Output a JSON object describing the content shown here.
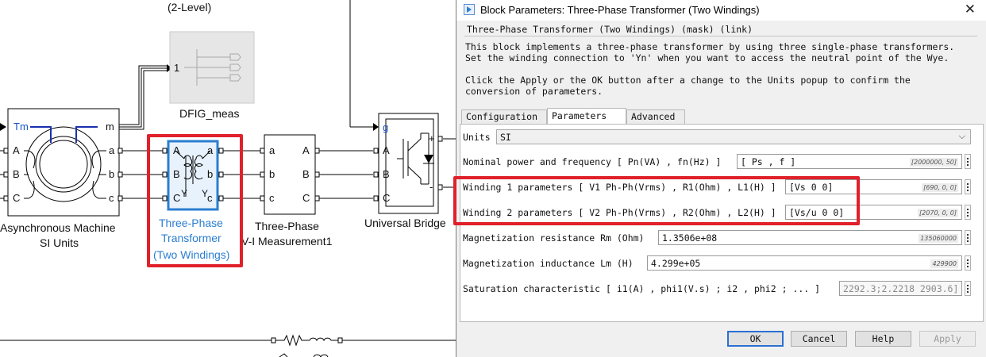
{
  "model": {
    "two_level_label": "(2-Level)",
    "dfig_meas_label": "DFIG_meas",
    "dfig_meas_port": "1",
    "async_machine": {
      "label_line1": "Asynchronous Machine",
      "label_line2": "SI Units",
      "ports": {
        "tm": "Tm",
        "m": "m",
        "A": "A",
        "B": "B",
        "C": "C",
        "a": "a",
        "b": "b",
        "c": "c"
      }
    },
    "transformer": {
      "label_line1": "Three-Phase",
      "label_line2": "Transformer",
      "label_line3": "(Two Windings)",
      "ports": {
        "A": "A",
        "B": "B",
        "C": "C",
        "a": "a",
        "b": "b",
        "c": "c"
      },
      "winding_marks": {
        "left": "Y",
        "right": "Y"
      }
    },
    "vi_meas": {
      "label_line1": "Three-Phase",
      "label_line2": "V-I Measurement1",
      "ports": {
        "a": "a",
        "b": "b",
        "c": "c",
        "A": "A",
        "B": "B",
        "C": "C"
      }
    },
    "universal_bridge": {
      "label": "Universal Bridge",
      "ports": {
        "g": "g",
        "A": "A",
        "B": "B",
        "C": "C",
        "plus": "+",
        "minus": "-"
      }
    }
  },
  "dialog": {
    "title": "Block Parameters: Three-Phase Transformer (Two Windings)",
    "close_glyph": "✕",
    "mask_header": "Three-Phase Transformer (Two Windings) (mask) (link)",
    "description_line1": "This block implements a three-phase transformer by using three single-phase transformers.",
    "description_line2": "Set the winding connection to 'Yn'  when you want to access the neutral point of the Wye.",
    "description_line3": "Click the Apply or the OK button after a change to the Units popup to confirm the",
    "description_line4": "conversion of parameters.",
    "tabs": [
      {
        "label": "Configuration"
      },
      {
        "label": "Parameters"
      },
      {
        "label": "Advanced"
      }
    ],
    "units": {
      "label": "Units",
      "value": "SI"
    },
    "params": [
      {
        "label": "Nominal power and frequency  [ Pn(VA) , fn(Hz) ]",
        "value": "[ Ps , f ]",
        "hint": "[2000000, 50]"
      },
      {
        "label": "Winding 1 parameters [ V1 Ph-Ph(Vrms) , R1(Ohm) , L1(H) ]",
        "value": "[Vs 0 0]",
        "hint": "[690, 0, 0]"
      },
      {
        "label": "Winding 2 parameters [ V2 Ph-Ph(Vrms) , R2(Ohm) , L2(H) ]",
        "value": "[Vs/u 0 0]",
        "hint": "[2070, 0, 0]"
      },
      {
        "label": "Magnetization resistance  Rm (Ohm)",
        "value": "1.3506e+08",
        "hint": "135060000"
      },
      {
        "label": "Magnetization inductance  Lm (H)",
        "value": "4.299e+05",
        "hint": "429900"
      },
      {
        "label": "Saturation characteristic [ i1(A) ,  phi1(V.s) ;  i2 , phi2 ; ... ]",
        "value": "2292.3;2.2218 2903.6]",
        "hint": ""
      }
    ],
    "buttons": {
      "ok": "OK",
      "cancel": "Cancel",
      "help": "Help",
      "apply": "Apply"
    }
  },
  "colors": {
    "highlight": "#e0202a",
    "block_selected": "#2b7ed0",
    "signal_blue": "#1a2fb0",
    "dialog_bg": "#f0f0f0"
  }
}
